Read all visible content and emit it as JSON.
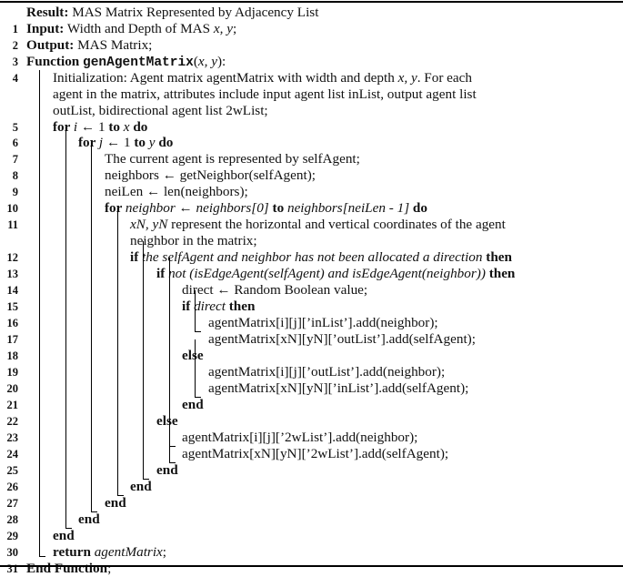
{
  "algorithm": {
    "result": {
      "label": "Result:",
      "text": " MAS Matrix Represented by Adjacency List"
    },
    "lines": [
      {
        "n": "1",
        "parts": [
          {
            "t": "Input:",
            "s": "b"
          },
          {
            "t": " Width and Depth of MAS "
          },
          {
            "t": "x, y",
            "s": "i"
          },
          {
            "t": ";"
          }
        ]
      },
      {
        "n": "2",
        "parts": [
          {
            "t": "Output:",
            "s": "b"
          },
          {
            "t": " MAS Matrix;"
          }
        ]
      },
      {
        "n": "3",
        "parts": [
          {
            "t": "Function ",
            "s": "b"
          },
          {
            "t": "genAgentMatrix",
            "s": "tt"
          },
          {
            "t": "("
          },
          {
            "t": "x, y",
            "s": "i"
          },
          {
            "t": "):"
          }
        ]
      },
      {
        "n": "4",
        "parts": [
          {
            "t": "Initialization: Agent matrix agentMatrix with width and depth "
          },
          {
            "t": "x, y",
            "s": "i"
          },
          {
            "t": ". For each"
          }
        ]
      },
      {
        "n": "",
        "parts": [
          {
            "t": "agent in the matrix, attributes include input agent list inList, output agent list"
          }
        ]
      },
      {
        "n": "",
        "parts": [
          {
            "t": "outList, bidirectional agent list 2wList;"
          }
        ]
      },
      {
        "n": "5",
        "parts": [
          {
            "t": "for ",
            "s": "b"
          },
          {
            "t": "i",
            "s": "i"
          },
          {
            "t": " ← 1 "
          },
          {
            "t": "to ",
            "s": "b"
          },
          {
            "t": "x",
            "s": "i"
          },
          {
            "t": " do",
            "s": "b"
          }
        ]
      },
      {
        "n": "6",
        "parts": [
          {
            "t": "for ",
            "s": "b"
          },
          {
            "t": "j",
            "s": "i"
          },
          {
            "t": " ← 1 "
          },
          {
            "t": "to ",
            "s": "b"
          },
          {
            "t": "y",
            "s": "i"
          },
          {
            "t": " do",
            "s": "b"
          }
        ]
      },
      {
        "n": "7",
        "parts": [
          {
            "t": "The current agent is represented by selfAgent;"
          }
        ]
      },
      {
        "n": "8",
        "parts": [
          {
            "t": "neighbors ← getNeighbor(selfAgent);"
          }
        ]
      },
      {
        "n": "9",
        "parts": [
          {
            "t": "neiLen ← len(neighbors);"
          }
        ]
      },
      {
        "n": "10",
        "parts": [
          {
            "t": "for ",
            "s": "b"
          },
          {
            "t": "neighbor ← neighbors[0]",
            "s": "i"
          },
          {
            "t": " to ",
            "s": "b"
          },
          {
            "t": "neighbors[neiLen - 1]",
            "s": "i"
          },
          {
            "t": " do",
            "s": "b"
          }
        ]
      },
      {
        "n": "11",
        "parts": [
          {
            "t": "xN, yN",
            "s": "i"
          },
          {
            "t": " represent the horizontal and vertical coordinates of the agent"
          }
        ]
      },
      {
        "n": "",
        "parts": [
          {
            "t": "neighbor in the matrix;"
          }
        ]
      },
      {
        "n": "12",
        "parts": [
          {
            "t": "if ",
            "s": "b"
          },
          {
            "t": "the selfAgent and neighbor has not been allocated a direction",
            "s": "i"
          },
          {
            "t": " then",
            "s": "b"
          }
        ]
      },
      {
        "n": "13",
        "parts": [
          {
            "t": "if ",
            "s": "b"
          },
          {
            "t": "not (isEdgeAgent(selfAgent) and isEdgeAgent(neighbor))",
            "s": "i"
          },
          {
            "t": " then",
            "s": "b"
          }
        ]
      },
      {
        "n": "14",
        "parts": [
          {
            "t": "direct ← Random Boolean value;"
          }
        ]
      },
      {
        "n": "15",
        "parts": [
          {
            "t": "if ",
            "s": "b"
          },
          {
            "t": "direct",
            "s": "i"
          },
          {
            "t": " then",
            "s": "b"
          }
        ]
      },
      {
        "n": "16",
        "parts": [
          {
            "t": "agentMatrix[i][j][’inList’].add(neighbor);"
          }
        ]
      },
      {
        "n": "17",
        "parts": [
          {
            "t": "agentMatrix[xN][yN][’outList’].add(selfAgent);"
          }
        ]
      },
      {
        "n": "18",
        "parts": [
          {
            "t": "else",
            "s": "b"
          }
        ]
      },
      {
        "n": "19",
        "parts": [
          {
            "t": "agentMatrix[i][j][’outList’].add(neighbor);"
          }
        ]
      },
      {
        "n": "20",
        "parts": [
          {
            "t": "agentMatrix[xN][yN][’inList’].add(selfAgent);"
          }
        ]
      },
      {
        "n": "21",
        "parts": [
          {
            "t": "end",
            "s": "b"
          }
        ]
      },
      {
        "n": "22",
        "parts": [
          {
            "t": "else",
            "s": "b"
          }
        ]
      },
      {
        "n": "23",
        "parts": [
          {
            "t": "agentMatrix[i][j][’2wList’].add(neighbor);"
          }
        ]
      },
      {
        "n": "24",
        "parts": [
          {
            "t": "agentMatrix[xN][yN][’2wList’].add(selfAgent);"
          }
        ]
      },
      {
        "n": "25",
        "parts": [
          {
            "t": "end",
            "s": "b"
          }
        ]
      },
      {
        "n": "26",
        "parts": [
          {
            "t": "end",
            "s": "b"
          }
        ]
      },
      {
        "n": "27",
        "parts": [
          {
            "t": "end",
            "s": "b"
          }
        ]
      },
      {
        "n": "28",
        "parts": [
          {
            "t": "end",
            "s": "b"
          }
        ]
      },
      {
        "n": "29",
        "parts": [
          {
            "t": "end",
            "s": "b"
          }
        ]
      },
      {
        "n": "30",
        "parts": [
          {
            "t": "return ",
            "s": "b"
          },
          {
            "t": "agentMatrix",
            "s": "i"
          },
          {
            "t": ";"
          }
        ]
      },
      {
        "n": "31",
        "parts": [
          {
            "t": "End Function",
            "s": "b"
          },
          {
            "t": ";"
          }
        ]
      }
    ]
  }
}
